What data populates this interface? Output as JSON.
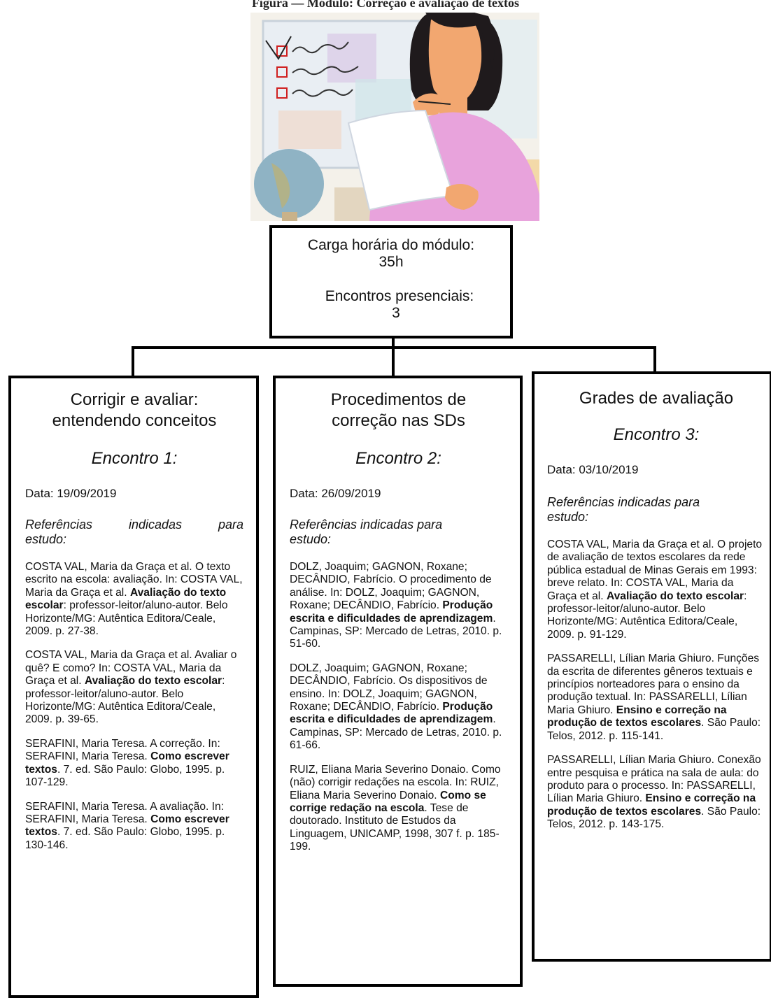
{
  "header": {
    "title": "Figura — Módulo: Correção e avaliação de textos"
  },
  "center": {
    "carga_label": "Carga horária do módulo:",
    "carga_value": "35h",
    "encontros_label": "Encontros presenciais:",
    "encontros_value": "3"
  },
  "columns": [
    {
      "title_line1": "Corrigir e avaliar:",
      "title_line2": "entendendo conceitos",
      "encontro": "Encontro 1:",
      "date": "Data: 19/09/2019",
      "refs_header_1": "Referências indicadas para",
      "refs_header_2": "estudo:",
      "refs": [
        [
          "COSTA VAL, Maria da Graça et al. O texto escrito na escola: avaliação. In: COSTA VAL, Maria da Graça et al. ",
          "Avaliação do texto escolar",
          ": professor-leitor/aluno-autor. Belo Horizonte/MG: Autêntica Editora/Ceale, 2009. p. 27-38."
        ],
        [
          "COSTA VAL, Maria da Graça et al. Avaliar o quê? E como? In: COSTA VAL, Maria da Graça et al. ",
          "Avaliação do texto escolar",
          ": professor-leitor/aluno-autor. Belo Horizonte/MG: Autêntica Editora/Ceale, 2009. p. 39-65."
        ],
        [
          "SERAFINI, Maria Teresa. A correção. In: SERAFINI, Maria Teresa. ",
          "Como escrever textos",
          ". 7. ed. São Paulo: Globo, 1995. p. 107-129."
        ],
        [
          "SERAFINI, Maria Teresa. A avaliação. In: SERAFINI, Maria Teresa. ",
          "Como escrever textos",
          ". 7. ed. São Paulo: Globo, 1995. p. 130-146."
        ]
      ]
    },
    {
      "title_line1": "Procedimentos de",
      "title_line2": "correção nas SDs",
      "encontro": "Encontro 2:",
      "date": "Data: 26/09/2019",
      "refs_header_1": "Referências indicadas para",
      "refs_header_2": "estudo:",
      "refs": [
        [
          "DOLZ, Joaquim; GAGNON, Roxane; DECÂNDIO, Fabrício. O procedimento de análise. In: DOLZ, Joaquim; GAGNON, Roxane; DECÂNDIO, Fabrício. ",
          "Produção escrita e dificuldades de aprendizagem",
          ". Campinas, SP: Mercado de Letras, 2010. p. 51-60."
        ],
        [
          "DOLZ, Joaquim; GAGNON, Roxane; DECÂNDIO, Fabrício. Os dispositivos de ensino. In: DOLZ, Joaquim; GAGNON, Roxane; DECÂNDIO, Fabrício. ",
          "Produção escrita e dificuldades de aprendizagem",
          ". Campinas, SP: Mercado de Letras, 2010. p. 61-66."
        ],
        [
          "RUIZ, Eliana Maria Severino Donaio. Como (não) corrigir redações na escola. In: RUIZ, Eliana Maria Severino Donaio. ",
          "Como se corrige redação na escola",
          ". Tese de doutorado. Instituto de Estudos da Linguagem, UNICAMP, 1998, 307 f. p. 185-199."
        ]
      ]
    },
    {
      "title_line1": "Grades de avaliação",
      "title_line2": "",
      "encontro": "Encontro 3:",
      "date": "Data: 03/10/2019",
      "refs_header_1": "Referências indicadas para",
      "refs_header_2": "estudo:",
      "refs": [
        [
          "COSTA VAL, Maria da Graça et al. O projeto de avaliação de textos escolares da rede pública estadual de Minas Gerais em 1993: breve relato. In: COSTA VAL, Maria da Graça et al. ",
          "Avaliação do texto escolar",
          ": professor-leitor/aluno-autor. Belo Horizonte/MG: Autêntica Editora/Ceale, 2009. p. 91-129."
        ],
        [
          "PASSARELLI, Lílian Maria Ghiuro. Funções da escrita de diferentes gêneros textuais e princípios norteadores para o ensino da produção textual. In: PASSARELLI, Lílian Maria Ghiuro. ",
          "Ensino e correção na produção de textos escolares",
          ". São Paulo: Telos, 2012. p. 115-141."
        ],
        [
          "PASSARELLI, Lílian Maria Ghiuro. Conexão entre pesquisa e prática na sala de aula: do produto para o processo. In: PASSARELLI, Lílian Maria Ghiuro. ",
          "Ensino e correção na produção de textos escolares",
          ". São Paulo: Telos, 2012. p. 143-175."
        ]
      ]
    }
  ]
}
